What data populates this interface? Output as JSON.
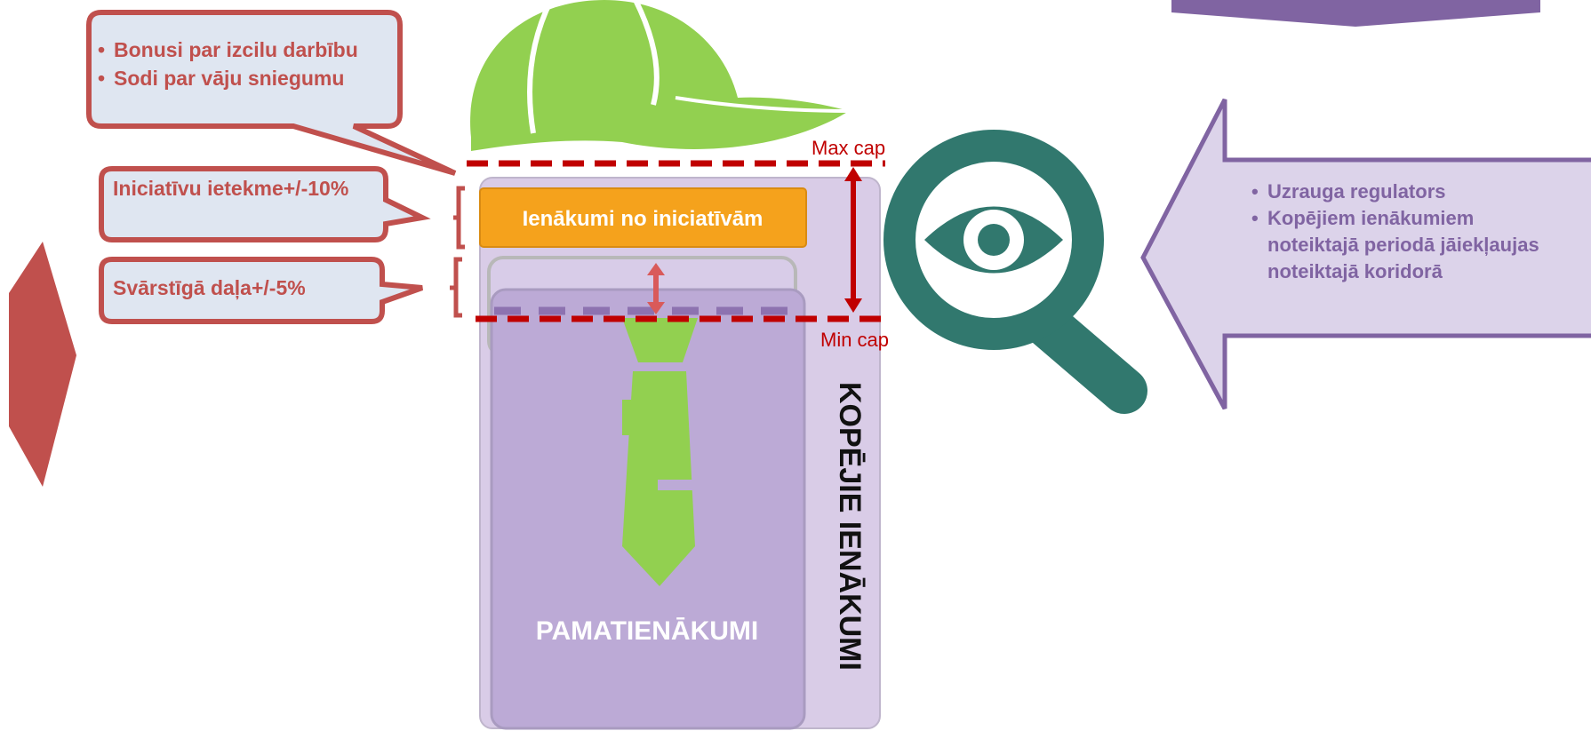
{
  "callouts": {
    "top_bullets": [
      "Bonusi par izcilu darbību",
      "Sodi par vāju sniegumu"
    ],
    "initiatives": "Iniciatīvu ietekme+/-10%",
    "variable": "Svārstīgā daļa+/-5%"
  },
  "blocks": {
    "initiative_income": "Ienākumi no iniciatīvām",
    "base_income": "PAMATIENĀKUMI",
    "total_income": "KOPĒJIE IENĀKUMI"
  },
  "caps": {
    "max": "Max cap",
    "min": "Min cap"
  },
  "regulator_bullets": [
    "Uzrauga regulators",
    "Kopējiem ienākumiem noteiktajā periodā jāiekļaujas noteiktajā koridorā"
  ],
  "colors": {
    "red": "#c0504d",
    "dark_red": "#c00000",
    "purple": "#8064a2",
    "lavender": "#bfaed6",
    "green": "#92d050",
    "teal": "#31786e",
    "orange": "#f5a623",
    "callout_fill": "#dfe6f1"
  }
}
